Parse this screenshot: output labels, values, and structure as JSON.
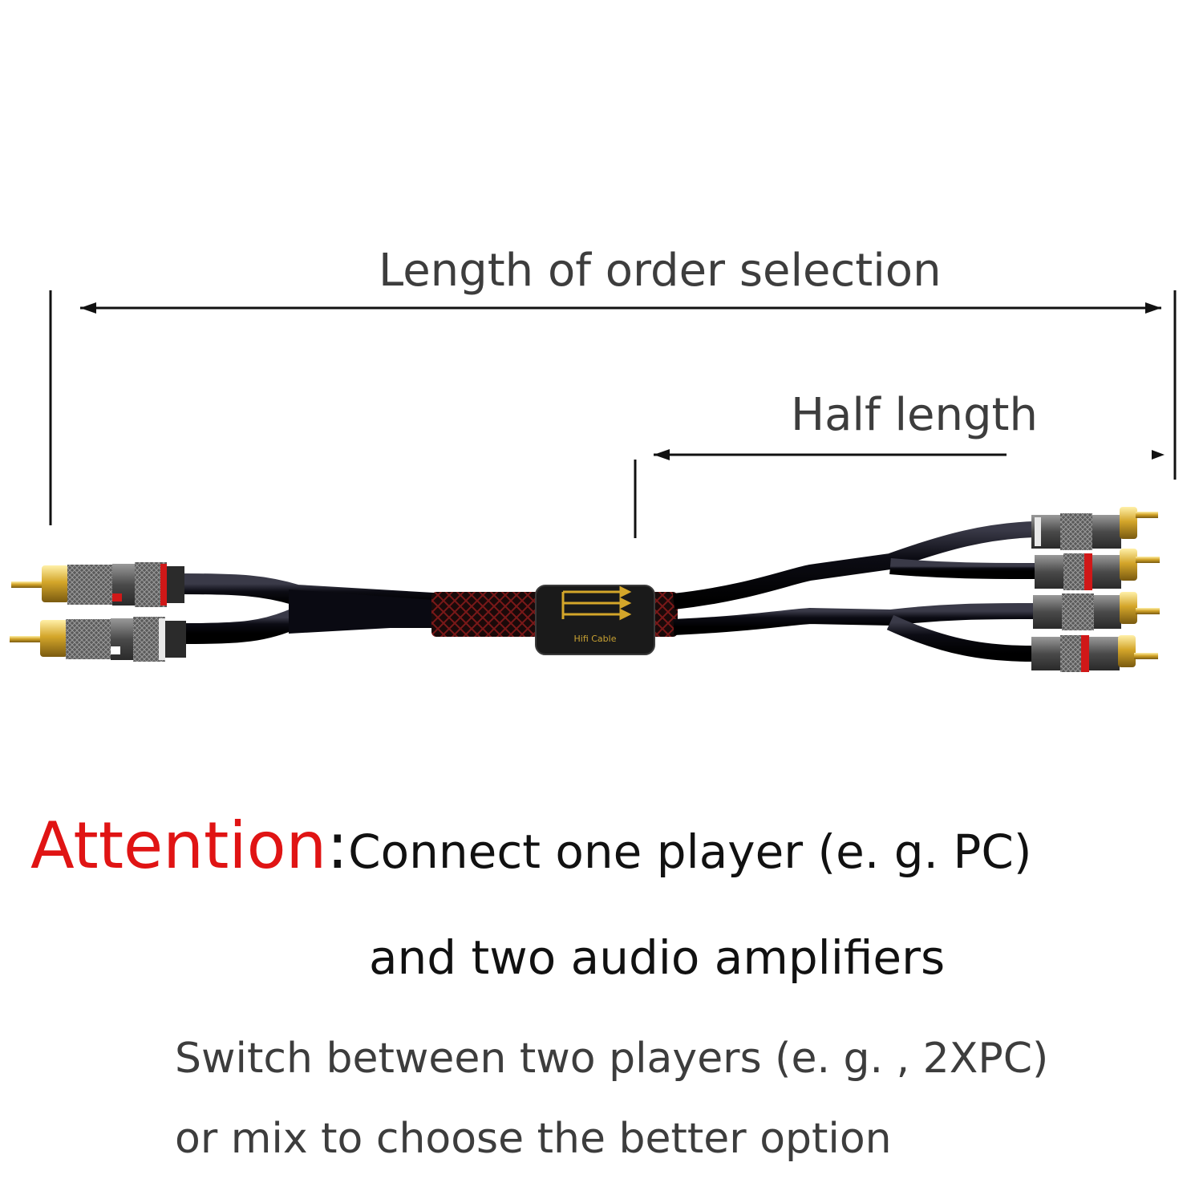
{
  "dimensions": {
    "full_length_label": "Length of order selection",
    "half_length_label": "Half length"
  },
  "attention": {
    "label": "Attention",
    "colon": ":",
    "text_line1": "Connect one player (e. g. PC)",
    "text_line2": "and two audio amplifiers"
  },
  "note": {
    "line1": "Switch between two players (e. g. , 2XPC)",
    "line2": "or mix to choose the better option"
  },
  "product": {
    "splitter_label": "Hifi Cable"
  },
  "colors": {
    "attention": "#e01414",
    "text": "#111111",
    "label_gray": "#3d3d3d",
    "gold": "#d4a62a"
  }
}
